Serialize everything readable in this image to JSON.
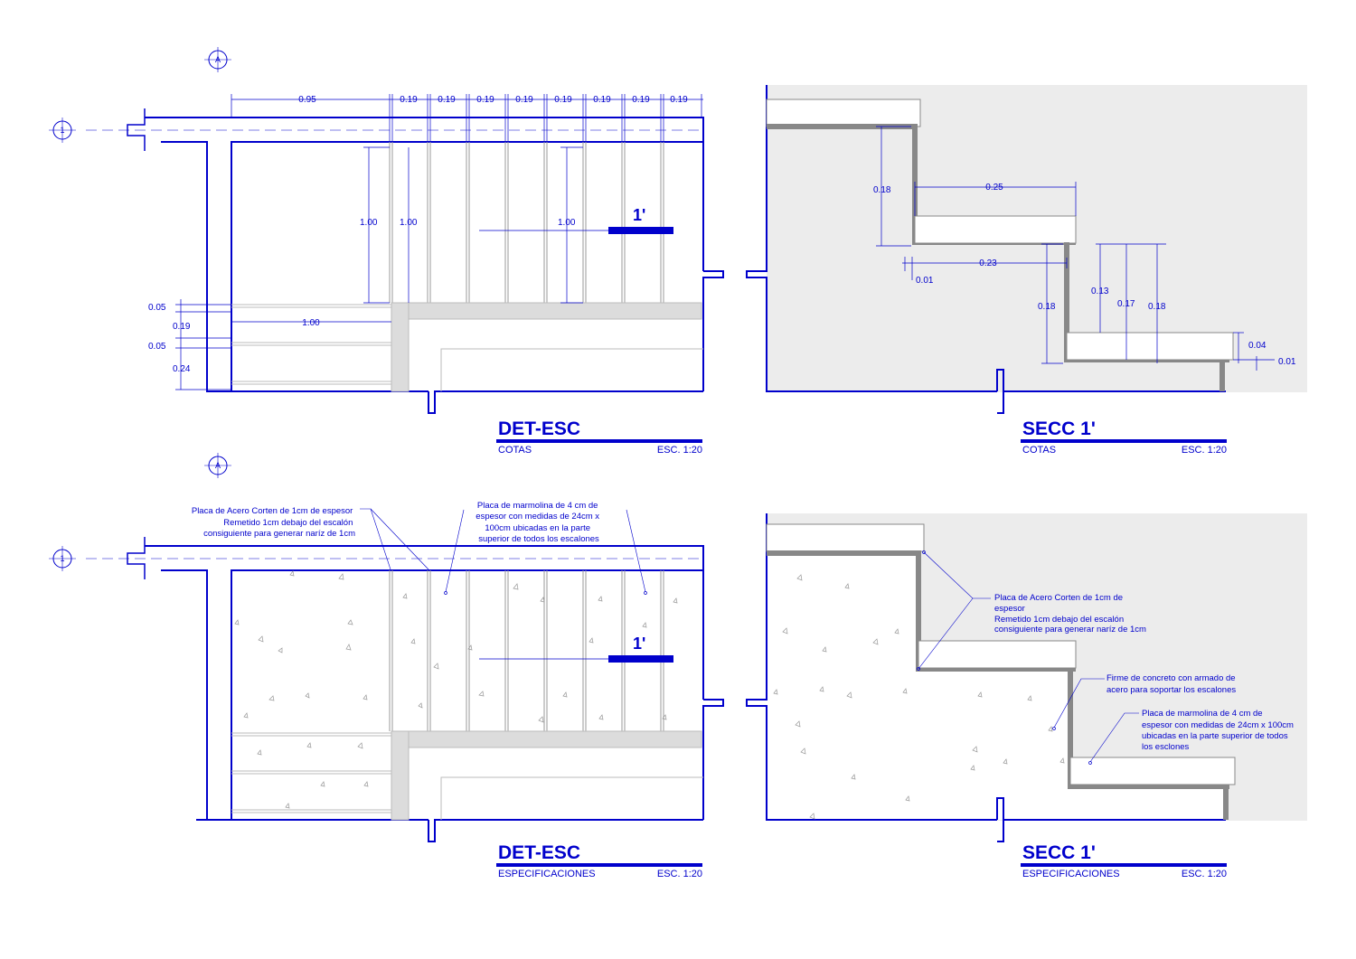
{
  "colors": {
    "ink": "#0000cc",
    "fill_grey": "#ececec",
    "stone_grey": "#dcdcdc",
    "steel_grey": "#b5b5b5"
  },
  "axes": {
    "col": "A",
    "row": "1"
  },
  "section_mark": "1'",
  "det_cotas": {
    "title": "DET-ESC",
    "subtitle": "COTAS",
    "scale": "ESC. 1:20",
    "dims": {
      "top_first": "0.95",
      "step_run": "0.19",
      "height_a": "1.00",
      "height_b": "1.00",
      "height_c": "1.00",
      "left_a": "0.05",
      "left_b": "0.19",
      "left_c": "0.05",
      "left_d": "0.24",
      "bottom_width": "1.00"
    }
  },
  "secc_cotas": {
    "title": "SECC 1'",
    "subtitle": "COTAS",
    "scale": "ESC. 1:20",
    "dims": {
      "rise_top": "0.18",
      "tread_top": "0.25",
      "nose": "0.01",
      "tread_mid": "0.23",
      "rise_left": "0.18",
      "rise_a": "0.13",
      "rise_b": "0.17",
      "rise_c": "0.18",
      "plate": "0.04",
      "nose_b": "0.01"
    }
  },
  "det_specs": {
    "title": "DET-ESC",
    "subtitle": "ESPECIFICACIONES",
    "scale": "ESC. 1:20",
    "note_steel": [
      "Placa de Acero Corten de 1cm de espesor",
      "Remetido 1cm debajo del escalón",
      "consiguiente para generar naríz de 1cm"
    ],
    "note_marble": [
      "Placa de marmolina de 4 cm de",
      "espesor con medidas de 24cm x",
      "100cm ubicadas en la parte",
      "superior de todos los escalones"
    ]
  },
  "secc_specs": {
    "title": "SECC 1'",
    "subtitle": "ESPECIFICACIONES",
    "scale": "ESC. 1:20",
    "note_steel": [
      "Placa de Acero Corten de 1cm de",
      "espesor",
      "Remetido 1cm debajo del escalón",
      "consiguiente para generar naríz de 1cm"
    ],
    "note_concrete": [
      "Firme de concreto con armado de",
      "acero para soportar los escalones"
    ],
    "note_marble": [
      "Placa de marmolina de 4 cm de",
      "espesor con medidas de 24cm x 100cm",
      "ubicadas en la parte superior de todos",
      "los esclones"
    ]
  }
}
